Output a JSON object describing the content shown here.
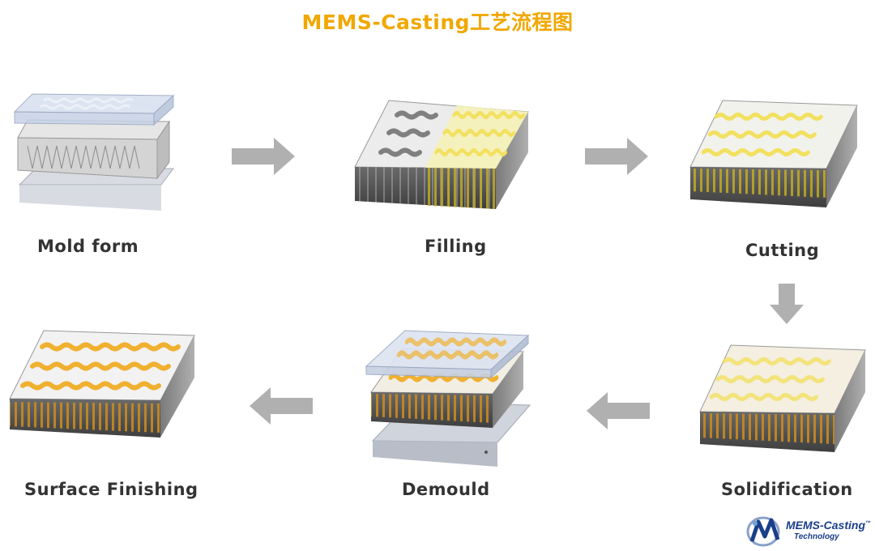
{
  "title": {
    "text": "MEMS-Casting工艺流程图",
    "color": "#f0a800"
  },
  "steps": [
    {
      "id": "mold-form",
      "label": "Mold  form"
    },
    {
      "id": "filling",
      "label": "Filling"
    },
    {
      "id": "cutting",
      "label": "Cutting"
    },
    {
      "id": "solidification",
      "label": "Solidification"
    },
    {
      "id": "demould",
      "label": "Demould"
    },
    {
      "id": "surface-finishing",
      "label": "Surface Finishing"
    }
  ],
  "flow": [
    {
      "from": "mold-form",
      "to": "filling",
      "direction": "right"
    },
    {
      "from": "filling",
      "to": "cutting",
      "direction": "right"
    },
    {
      "from": "cutting",
      "to": "solidification",
      "direction": "down"
    },
    {
      "from": "solidification",
      "to": "demould",
      "direction": "left"
    },
    {
      "from": "demould",
      "to": "surface-finishing",
      "direction": "left"
    }
  ],
  "colors": {
    "arrow": "#b0b0b0",
    "metal": "#f2d040",
    "metal_finished": "#f0b030",
    "block_side": "#555555",
    "logo": "#1a3f8a"
  },
  "logo": {
    "name": "MEMS-Casting",
    "tm": "™",
    "subtitle": "Technology"
  }
}
